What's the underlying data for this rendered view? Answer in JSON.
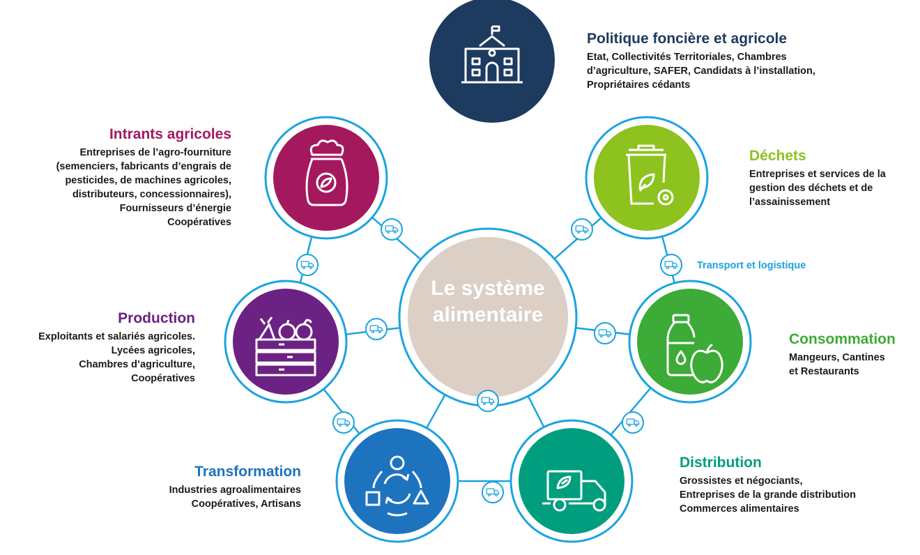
{
  "center": {
    "title": "Le système alimentaire"
  },
  "transport": {
    "label": "Transport et logistique"
  },
  "nodes": [
    {
      "id": "politique",
      "title": "Politique foncière et agricole",
      "color": "#1d3a5f",
      "text": "Etat, Collectivités Territoriales, Chambres\nd’agriculture, SAFER, Candidats à l’installation,\nPropriétaires cédants",
      "icon": "town-hall-icon"
    },
    {
      "id": "intrants",
      "title": "Intrants agricoles",
      "color": "#a4195e",
      "text": "Entreprises de l’agro-fourniture\n(semenciers, fabricants d’engrais de\npesticides, de machines agricoles,\ndistributeurs, concessionnaires),\nFournisseurs d’énergie\nCoopératives",
      "icon": "seed-bag-icon"
    },
    {
      "id": "dechets",
      "title": "Déchets",
      "color": "#8dc21f",
      "text": "Entreprises et services de la\ngestion des déchets et de\nl’assainissement",
      "icon": "waste-bin-icon"
    },
    {
      "id": "production",
      "title": "Production",
      "color": "#6b2283",
      "text": "Exploitants et salariés agricoles.\nLycées agricoles,\nChambres d’agriculture,\nCoopératives",
      "icon": "produce-crate-icon"
    },
    {
      "id": "consommation",
      "title": "Consommation",
      "color": "#3cab37",
      "text": "Mangeurs, Cantines\net Restaurants",
      "icon": "bottle-apple-icon"
    },
    {
      "id": "transformation",
      "title": "Transformation",
      "color": "#1e73be",
      "text": "Industries agroalimentaires\nCoopératives, Artisans",
      "icon": "shapes-cycle-icon"
    },
    {
      "id": "distribution",
      "title": "Distribution",
      "color": "#009e7e",
      "text": "Grossistes et négociants,\nEntreprises de la grande distribution\nCommerces alimentaires",
      "icon": "delivery-truck-icon"
    }
  ],
  "colors": {
    "ring": "#1aa3e0",
    "center": "#dbcfc6",
    "text": "#1a1a1a"
  }
}
